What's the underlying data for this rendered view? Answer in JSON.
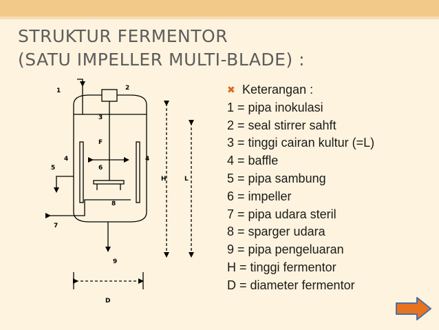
{
  "slide": {
    "title_line1": "STRUKTUR  FERMENTOR",
    "title_line2": "(SATU IMPELLER MULTI-BLADE) :"
  },
  "diagram": {
    "labels": {
      "n1": "1",
      "n2": "2",
      "n3": "3",
      "F": "F",
      "n4_left": "4",
      "n4_right": "4",
      "n5": "5",
      "n6": "6",
      "n7": "7",
      "n8": "8",
      "n9": "9",
      "H": "H",
      "L": "L",
      "D": "D"
    }
  },
  "legend": {
    "bullet_icon": "x-bullet-icon",
    "heading": "Keterangan :",
    "items": [
      "1 = pipa inokulasi",
      "2 = seal stirrer sahft",
      "3 = tinggi cairan kultur (=L)",
      "4 = baffle",
      "5 = pipa sambung",
      "6 = impeller",
      "7 = pipa udara steril",
      "8 = sparger udara",
      "9 = pipa pengeluaran",
      "H = tinggi fermentor",
      "D = diameter fermentor"
    ]
  },
  "navigation": {
    "next_icon": "arrow-right-icon"
  },
  "colors": {
    "background": "#fdf3de",
    "top_bar": "#f3c98a",
    "title": "#5c5c5c",
    "bullet": "#d9681c",
    "next_button_fill": "#e8731f",
    "next_button_border": "#4a6fa5"
  }
}
